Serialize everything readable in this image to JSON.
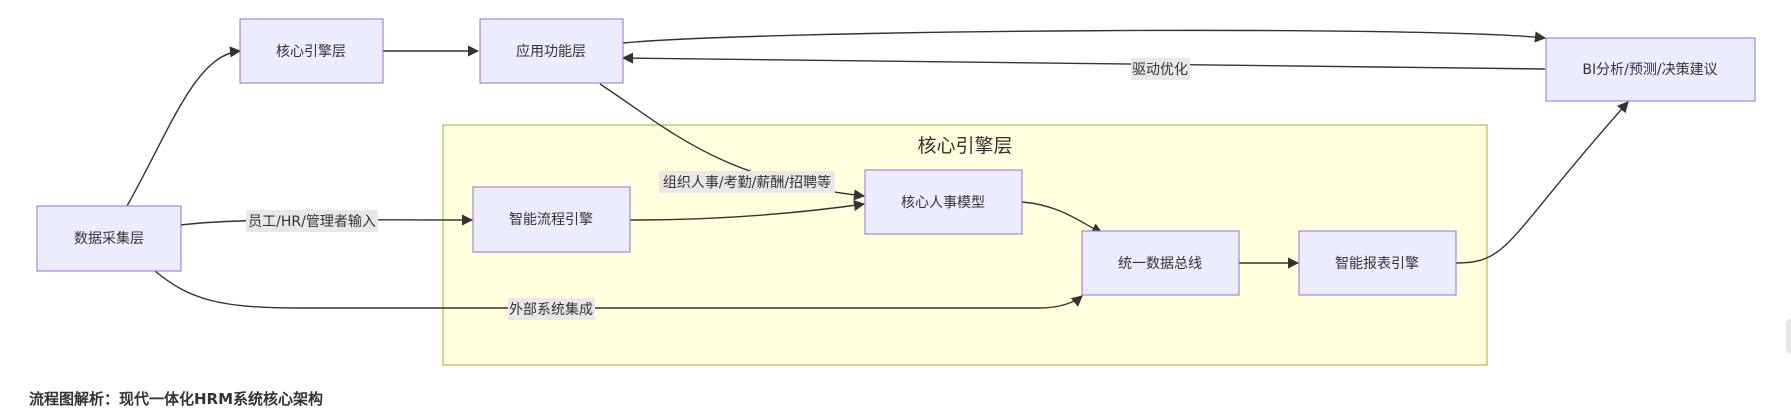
{
  "diagram": {
    "cluster_title": "核心引擎层",
    "nodes": {
      "data_collection": "数据采集层",
      "core_engine": "核心引擎层",
      "app_function": "应用功能层",
      "bi": "BI分析/预测/决策建议",
      "workflow": "智能流程引擎",
      "hr_model": "核心人事模型",
      "data_bus": "统一数据总线",
      "report": "智能报表引擎"
    },
    "edges": {
      "input": "员工/HR/管理者输入",
      "modules": "组织人事/考勤/薪酬/招聘等",
      "integration": "外部系统集成",
      "optimize": "驱动优化"
    }
  },
  "caption": "流程图解析：现代一体化HRM系统核心架构",
  "colors": {
    "node_fill": "#ECECFF",
    "node_stroke": "#9370DB",
    "cluster_fill": "#FFFFDE",
    "cluster_stroke": "#AAAA33",
    "edge": "#333333",
    "label_bg": "#E8E8E8"
  }
}
